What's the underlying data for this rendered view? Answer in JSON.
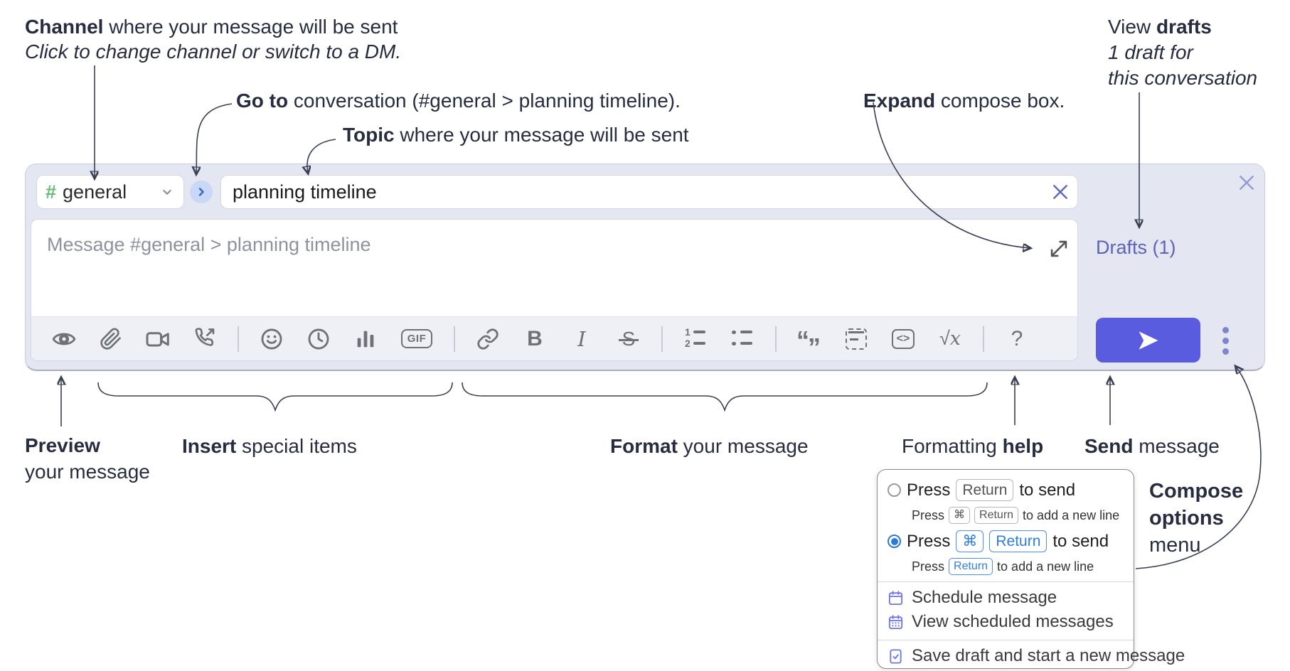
{
  "annotations": {
    "channel": {
      "bold": "Channel",
      "rest": " where your message will be sent",
      "line2": "Click to change channel or switch to a DM."
    },
    "goto": {
      "bold": "Go to",
      "rest": " conversation (#general > planning timeline)."
    },
    "topic": {
      "bold": "Topic",
      "rest": " where your message will be sent"
    },
    "expand": {
      "bold": "Expand",
      "rest": " compose box."
    },
    "drafts": {
      "pre": "View ",
      "bold": "drafts",
      "line2": "1 draft for",
      "line3": "this conversation"
    },
    "preview": {
      "bold": "Preview",
      "line2": "your message"
    },
    "insert": {
      "bold": "Insert",
      "rest": " special items"
    },
    "format": {
      "bold": "Format",
      "rest": " your message"
    },
    "help": {
      "pre": "Formatting ",
      "bold": "help"
    },
    "send": {
      "bold": "Send",
      "rest": " message"
    },
    "compose_options": {
      "bold1": "Compose",
      "bold2": "options",
      "line3": "menu"
    }
  },
  "compose": {
    "channel": {
      "hash": "#",
      "label": "general"
    },
    "topic": {
      "value": "planning timeline"
    },
    "message": {
      "placeholder": "Message #general > planning timeline"
    },
    "drafts_link": "Drafts (1)",
    "toolbar_glyphs": {
      "bold": "B",
      "italic": "I",
      "strike": "S",
      "gif": "GIF",
      "code": "<>",
      "math_root": "√",
      "math_x": "x",
      "quote_open": "“",
      "quote_close": "”",
      "ol_1": "1",
      "ol_2": "2",
      "help": "?"
    }
  },
  "menu": {
    "option_enter": {
      "press": "Press",
      "key": "Return",
      "after": "to send",
      "sub_press": "Press",
      "sub_key_cmd": "⌘",
      "sub_key_return": "Return",
      "sub_after": "to add a new line"
    },
    "option_cmd_enter": {
      "press": "Press",
      "key_cmd": "⌘",
      "key_return": "Return",
      "after": "to send",
      "sub_press": "Press",
      "sub_key": "Return",
      "sub_after": "to add a new line"
    },
    "schedule": "Schedule message",
    "view_scheduled": "View scheduled messages",
    "save_draft": "Save draft and start a new message"
  },
  "colors": {
    "compose_bg": "#e4e6f2",
    "accent_send": "#5a5ce0",
    "drafts_link": "#5f63b8",
    "hash_green": "#69bb7a",
    "goto_circle_bg": "#c9d8f7",
    "goto_chevron": "#2f62d6",
    "key_blue": "#2f7de1",
    "menu_icon_purple": "#6d74e8",
    "toolbar_icon": "#6e7277",
    "annotation_ink": "#3a3f55"
  }
}
